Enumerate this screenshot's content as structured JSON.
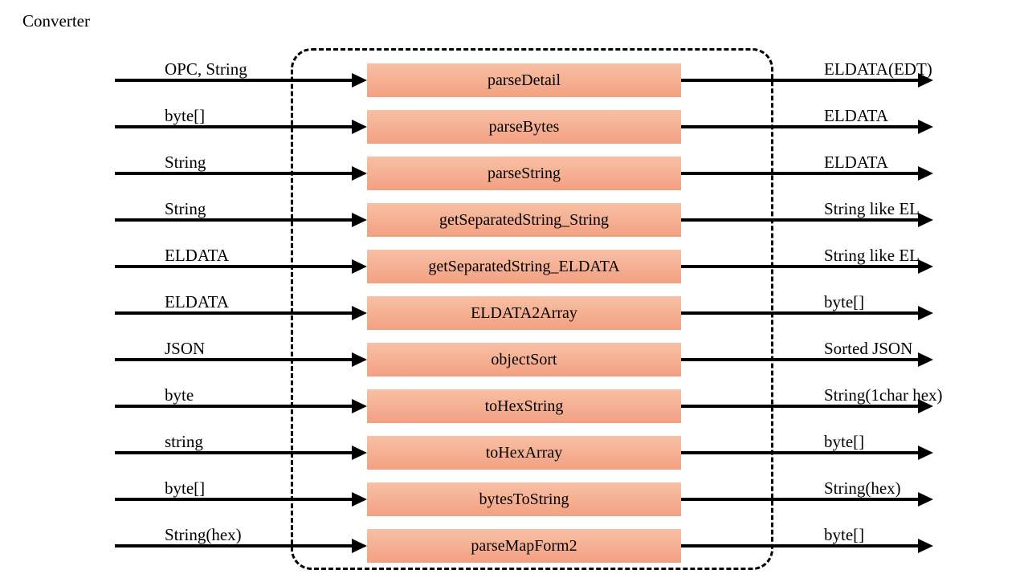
{
  "title": "Converter",
  "colors": {
    "box_gradient_top": "#f8c0a4",
    "box_gradient_bottom": "#f3a082",
    "line": "#000000",
    "background": "#ffffff"
  },
  "converter": {
    "rows": [
      {
        "input": "OPC, String",
        "function": "parseDetail",
        "output": "ELDATA(EDT)"
      },
      {
        "input": "byte[]",
        "function": "parseBytes",
        "output": "ELDATA"
      },
      {
        "input": "String",
        "function": "parseString",
        "output": "ELDATA"
      },
      {
        "input": "String",
        "function": "getSeparatedString_String",
        "output": "String like EL"
      },
      {
        "input": "ELDATA",
        "function": "getSeparatedString_ELDATA",
        "output": "String like EL"
      },
      {
        "input": "ELDATA",
        "function": "ELDATA2Array",
        "output": "byte[]"
      },
      {
        "input": "JSON",
        "function": "objectSort",
        "output": "Sorted JSON"
      },
      {
        "input": "byte",
        "function": "toHexString",
        "output": "String(1char hex)"
      },
      {
        "input": "string",
        "function": "toHexArray",
        "output": "byte[]"
      },
      {
        "input": "byte[]",
        "function": "bytesToString",
        "output": "String(hex)"
      },
      {
        "input": "String(hex)",
        "function": "parseMapForm2",
        "output": "byte[]"
      }
    ]
  }
}
